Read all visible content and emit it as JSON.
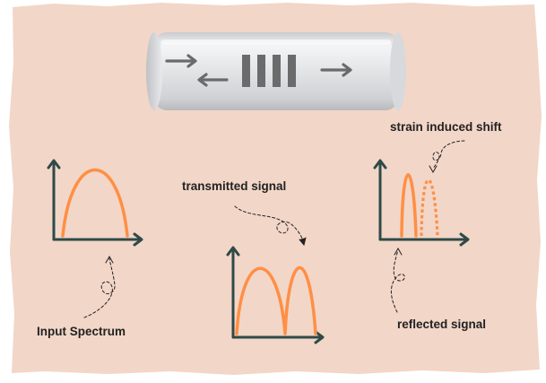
{
  "labels": {
    "input_spectrum": "Input Spectrum",
    "transmitted_signal": "transmitted signal",
    "reflected_signal": "reflected signal",
    "strain_induced_shift": "strain induced shift"
  },
  "colors": {
    "background": "#f2d6c8",
    "curve": "#ff8f45",
    "axis": "#2f4a47",
    "annotation": "#222222",
    "cylinder_body": "#e6e7e9",
    "cylinder_marks": "#6b6b6b"
  },
  "icons": {
    "arrow_right_top": "arrow-right-icon",
    "arrow_left": "arrow-left-icon",
    "arrow_right_out": "arrow-right-icon",
    "grating": "fiber-bragg-grating-icon"
  },
  "grating_lines": 4
}
